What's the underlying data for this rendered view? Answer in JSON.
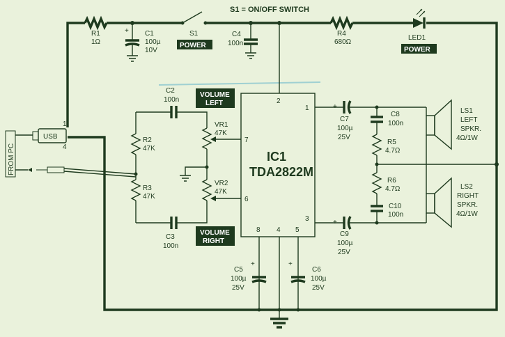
{
  "title": "S1 = ON/OFF SWITCH",
  "source": "FROM PC",
  "usb": "USB",
  "ic": {
    "ref": "IC1",
    "part": "TDA2822M",
    "pins": [
      "2",
      "1",
      "7",
      "6",
      "3",
      "8",
      "4",
      "5"
    ]
  },
  "usb_pins": [
    "1",
    "4"
  ],
  "r1": {
    "ref": "R1",
    "value": "1Ω"
  },
  "c1": {
    "ref": "C1",
    "value": "100µ",
    "voltage": "10V"
  },
  "s1": {
    "ref": "S1",
    "tag": "POWER"
  },
  "c4": {
    "ref": "C4",
    "value": "100n"
  },
  "r4": {
    "ref": "R4",
    "value": "680Ω"
  },
  "led1": {
    "ref": "LED1",
    "tag": "POWER"
  },
  "c2": {
    "ref": "C2",
    "value": "100n"
  },
  "vol_left": {
    "line1": "VOLUME",
    "line2": "LEFT"
  },
  "vol_right": {
    "line1": "VOLUME",
    "line2": "RIGHT"
  },
  "r2": {
    "ref": "R2",
    "value": "47K"
  },
  "r3": {
    "ref": "R3",
    "value": "47K"
  },
  "vr1": {
    "ref": "VR1",
    "value": "47K"
  },
  "vr2": {
    "ref": "VR2",
    "value": "47K"
  },
  "c3": {
    "ref": "C3",
    "value": "100n"
  },
  "c7": {
    "ref": "C7",
    "value": "100µ",
    "voltage": "25V"
  },
  "c8": {
    "ref": "C8",
    "value": "100n"
  },
  "r5": {
    "ref": "R5",
    "value": "4.7Ω"
  },
  "r6": {
    "ref": "R6",
    "value": "4.7Ω"
  },
  "c10": {
    "ref": "C10",
    "value": "100n"
  },
  "c9": {
    "ref": "C9",
    "value": "100µ",
    "voltage": "25V"
  },
  "ls1": {
    "ref": "LS1",
    "l1": "LEFT",
    "l2": "SPKR.",
    "l3": "4Ω/1W"
  },
  "ls2": {
    "ref": "LS2",
    "l1": "RIGHT",
    "l2": "SPKR.",
    "l3": "4Ω/1W"
  },
  "c5": {
    "ref": "C5",
    "value": "100µ",
    "voltage": "25V"
  },
  "c6": {
    "ref": "C6",
    "value": "100µ",
    "voltage": "25V"
  },
  "plus": "+"
}
